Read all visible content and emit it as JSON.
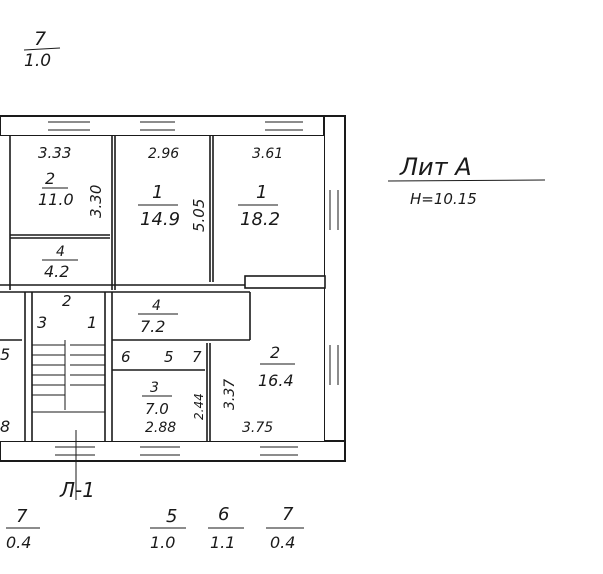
{
  "header_fraction": {
    "num": "7",
    "den": "1.0"
  },
  "title_block": {
    "label": "Лит А",
    "height": "H=10.15"
  },
  "rooms": [
    {
      "num": "2",
      "area": "11.0",
      "width": "3.33",
      "depth": "3.30"
    },
    {
      "num": "1",
      "area": "14.9",
      "width": "2.96",
      "depth": "5.05"
    },
    {
      "num": "1",
      "area": "18.2",
      "width": "3.61"
    },
    {
      "num": "4",
      "area": "4.2"
    },
    {
      "num": "4",
      "area": "7.2"
    },
    {
      "num": "2",
      "area": "16.4",
      "width": "3.75",
      "depth": "3.37"
    },
    {
      "num": "3",
      "area": "7.0",
      "width": "2.88",
      "depth": "2.44"
    }
  ],
  "small_labels": [
    "2",
    "3",
    "1",
    "5",
    "6",
    "5",
    "7",
    "8"
  ],
  "section_mark": "Л-1",
  "footer_fractions": [
    {
      "num": "7",
      "den": "0.4"
    },
    {
      "num": "5",
      "den": "1.0"
    },
    {
      "num": "6",
      "den": "1.1"
    },
    {
      "num": "7",
      "den": "0.4"
    }
  ]
}
